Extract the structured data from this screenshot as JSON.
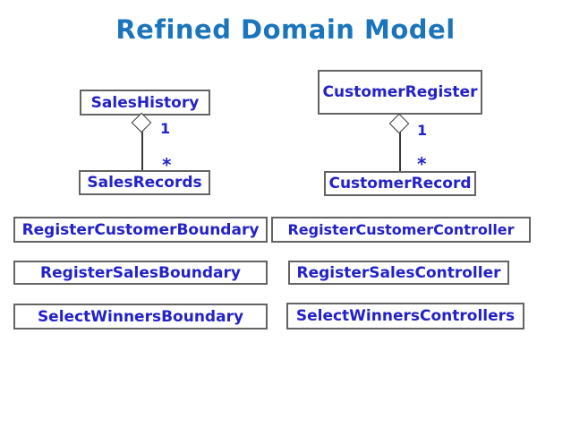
{
  "title": "Refined Domain Model",
  "colors": {
    "title_blue": "#1b75bc",
    "node_text_blue": "#2222c8",
    "box_border_gray": "#636363",
    "connector_dark": "#3a3a3a"
  },
  "nodes": {
    "sales_history": "SalesHistory",
    "customer_register": "CustomerRegister",
    "sales_records": "SalesRecords",
    "customer_record": "CustomerRecord",
    "register_customer_boundary": "RegisterCustomerBoundary",
    "register_customer_controller": "RegisterCustomerController",
    "register_sales_boundary": "RegisterSalesBoundary",
    "register_sales_controller": "RegisterSalesController",
    "select_winners_boundary": "SelectWinnersBoundary",
    "select_winners_controllers": "SelectWinnersControllers"
  },
  "aggregations": [
    {
      "parent": "SalesHistory",
      "child": "SalesRecords",
      "parent_multiplicity": "1",
      "child_multiplicity": "*"
    },
    {
      "parent": "CustomerRegister",
      "child": "CustomerRecord",
      "parent_multiplicity": "1",
      "child_multiplicity": "*"
    }
  ]
}
